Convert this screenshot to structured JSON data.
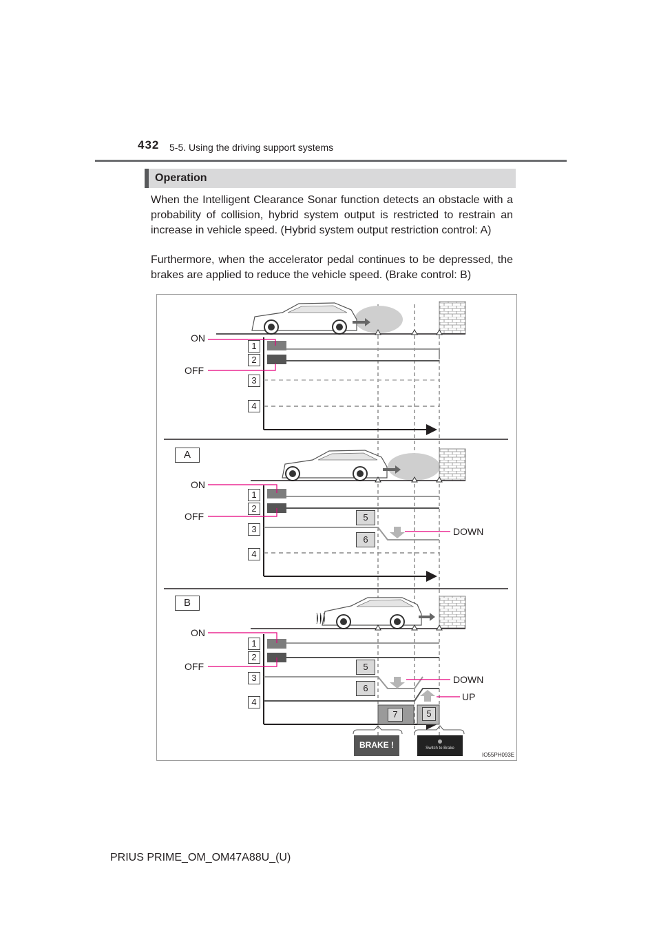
{
  "header": {
    "page_number": "432",
    "section": "5-5. Using the driving support systems"
  },
  "operation_heading": "Operation",
  "paragraphs": [
    "When the Intelligent Clearance Sonar function detects an obstacle with a probability of collision, hybrid system output is restricted to restrain an increase in vehicle speed. (Hybrid system output restriction control: A)",
    "Furthermore, when the accelerator pedal continues to be depressed, the brakes are applied to reduce the vehicle speed. (Brake control: B)"
  ],
  "figure": {
    "labels": {
      "on": "ON",
      "off": "OFF",
      "down": "DOWN",
      "up": "UP",
      "section_a": "A",
      "section_b": "B"
    },
    "numbers": [
      "1",
      "2",
      "3",
      "4",
      "5",
      "6",
      "7"
    ],
    "display_brake": "BRAKE !",
    "display_switch": "Switch to Brake",
    "code": "IO55PH093E"
  },
  "footer": "PRIUS PRIME_OM_OM47A88U_(U)"
}
